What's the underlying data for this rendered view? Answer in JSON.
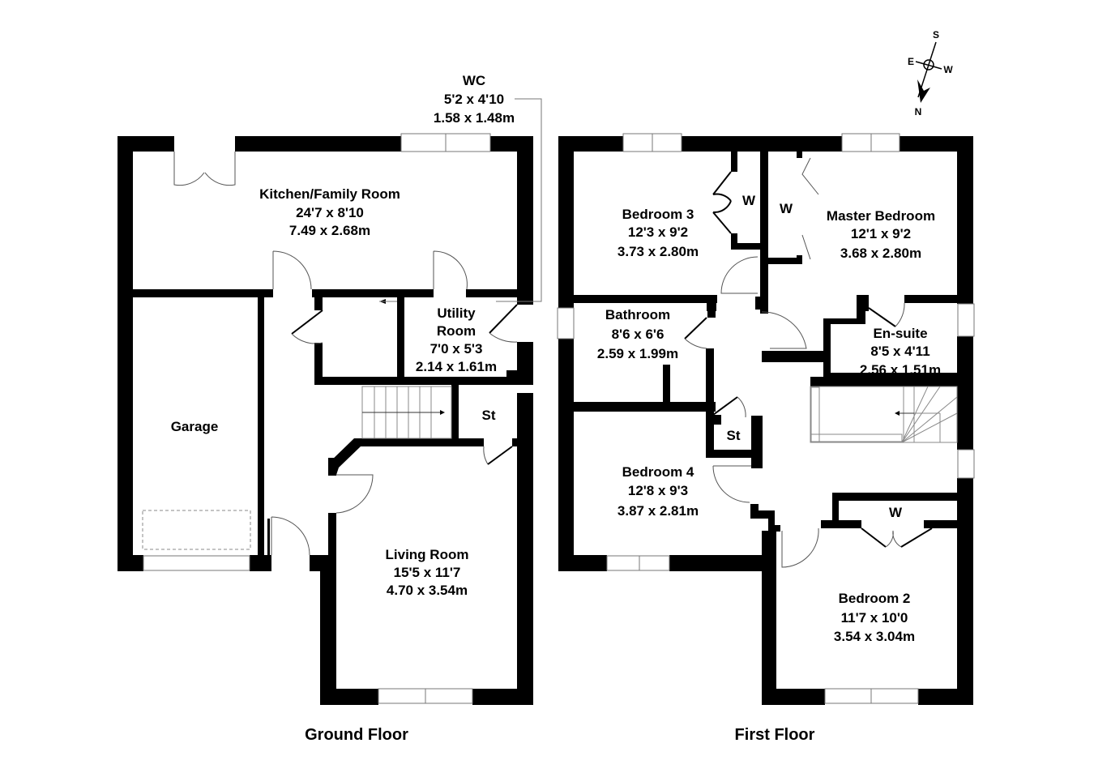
{
  "floors": {
    "ground": {
      "title": "Ground Floor",
      "rooms": {
        "kitchen": {
          "name": "Kitchen/Family Room",
          "imperial": "24'7 x 8'10",
          "metric": "7.49 x 2.68m"
        },
        "wc": {
          "name": "WC",
          "imperial": "5'2 x 4'10",
          "metric": "1.58 x 1.48m"
        },
        "utility": {
          "name_line1": "Utility",
          "name_line2": "Room",
          "imperial": "7'0 x 5'3",
          "metric": "2.14 x 1.61m"
        },
        "garage": {
          "name": "Garage"
        },
        "store": {
          "name": "St"
        },
        "living": {
          "name": "Living Room",
          "imperial": "15'5 x 11'7",
          "metric": "4.70 x 3.54m"
        }
      }
    },
    "first": {
      "title": "First Floor",
      "rooms": {
        "bedroom3": {
          "name": "Bedroom 3",
          "imperial": "12'3 x 9'2",
          "metric": "3.73 x 2.80m"
        },
        "master": {
          "name": "Master Bedroom",
          "imperial": "12'1 x 9'2",
          "metric": "3.68 x 2.80m"
        },
        "bathroom": {
          "name": "Bathroom",
          "imperial": "8'6 x 6'6",
          "metric": "2.59 x 1.99m"
        },
        "ensuite": {
          "name": "En-suite",
          "imperial": "8'5 x 4'11",
          "metric": "2.56 x 1.51m"
        },
        "bedroom4": {
          "name": "Bedroom 4",
          "imperial": "12'8 x 9'3",
          "metric": "3.87 x 2.81m"
        },
        "bedroom2": {
          "name": "Bedroom 2",
          "imperial": "11'7 x 10'0",
          "metric": "3.54 x 3.04m"
        },
        "store": {
          "name": "St"
        },
        "wardrobe_b3": {
          "name": "W"
        },
        "wardrobe_master": {
          "name": "W"
        },
        "wardrobe_b2": {
          "name": "W"
        }
      }
    }
  },
  "compass": {
    "north": "N",
    "south": "S",
    "east": "E",
    "west": "W",
    "icon": "compass-icon"
  }
}
